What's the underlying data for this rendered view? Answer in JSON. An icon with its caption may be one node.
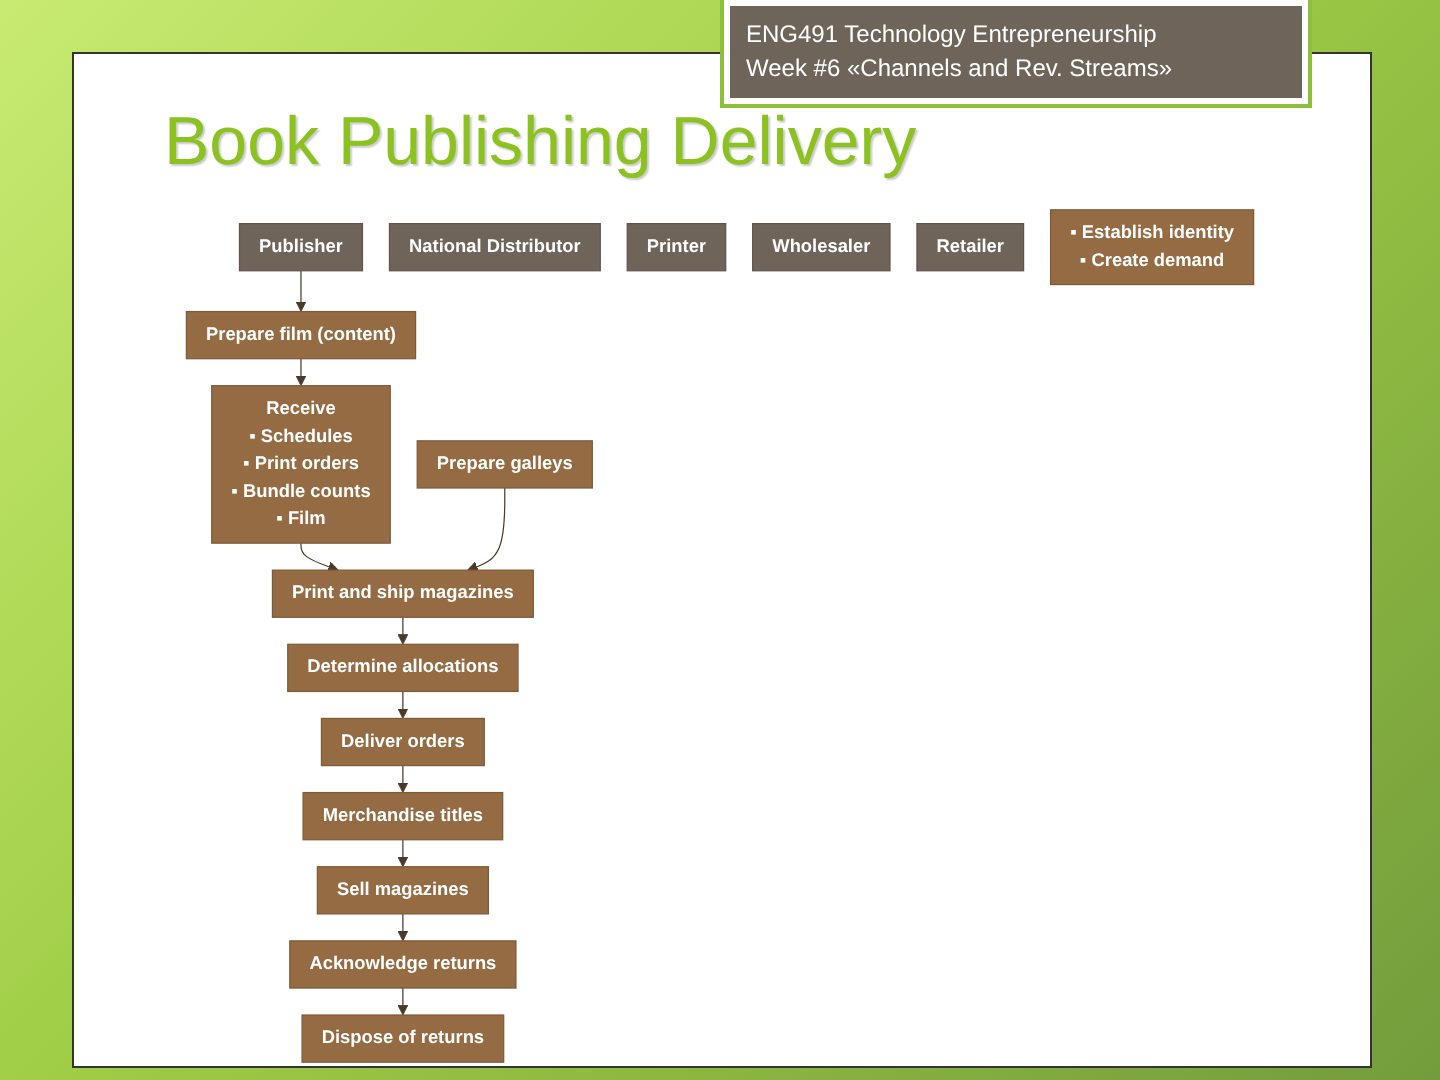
{
  "diagram": {
    "title": "Book Publishing Delivery",
    "nodes": [
      {
        "text": [
          "Publisher"
        ]
      },
      {
        "text": [
          "National Distributor"
        ]
      },
      {
        "text": [
          "Printer"
        ]
      },
      {
        "text": [
          "Wholesaler"
        ]
      },
      {
        "text": [
          "Retailer"
        ]
      },
      {
        "text": [
          "Prepare film (content)"
        ]
      },
      {
        "text": [
          "Receive",
          "▪ Schedules",
          "▪ Print orders",
          "▪ Bundle counts",
          "▪ Film"
        ]
      },
      {
        "text": [
          "Determine allocations"
        ]
      },
      {
        "text": [
          "Merchandise titles"
        ]
      },
      {
        "text": [
          "Deliver orders"
        ]
      },
      {
        "text": [
          "Sell magazines"
        ]
      },
      {
        "text": [
          "▪ Establish identity",
          "▪ Create demand"
        ]
      },
      {
        "text": [
          "Prepare galleys"
        ]
      },
      {
        "text": [
          "Print and ship magazines"
        ]
      },
      {
        "text": [
          "Dispose of returns"
        ]
      },
      {
        "text": [
          "Acknowledge returns"
        ]
      }
    ],
    "edges": [
      {
        "from": 0,
        "to": 5,
        "arrow": "to"
      },
      {
        "from": 5,
        "to": 6,
        "arrow": "to"
      },
      {
        "from": 6,
        "to": 13,
        "arrow": "to"
      },
      {
        "from": 12,
        "to": 13,
        "arrow": "to"
      },
      {
        "from": 13,
        "to": 7,
        "arrow": "to"
      },
      {
        "from": 7,
        "to": 9,
        "arrow": "to"
      },
      {
        "from": 9,
        "to": 8,
        "arrow": "to"
      },
      {
        "from": 8,
        "to": 10,
        "arrow": "to"
      },
      {
        "from": 10,
        "to": 15,
        "arrow": "to"
      },
      {
        "from": 15,
        "to": 14,
        "arrow": "to"
      }
    ],
    "labels": [
      "ENG491 Technology Entrepreneurship",
      "Week #6 «Channels and Rev. Streams»"
    ]
  }
}
